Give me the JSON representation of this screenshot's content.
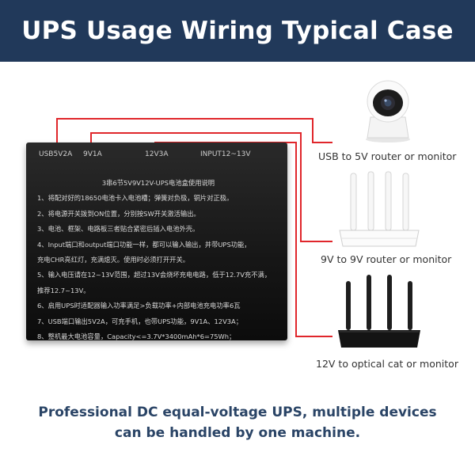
{
  "banner": {
    "title": "UPS Usage Wiring Typical Case"
  },
  "ups_box": {
    "ports": [
      "USB5V2A",
      "9V1A",
      "12V3A",
      "INPUT12~13V"
    ],
    "manual_title": "3串6节5V9V12V-UPS电池盒使用说明",
    "manual_lines": [
      "1、将配对好的18650电池卡入电池槽；弹簧对负极，铜片对正极。",
      "2、将电源开关拨到ON位置，分别按SW开关激活输出。",
      "3、电池、框架、电路板三者贴合紧密后插入电池外壳。",
      "4、Input端口和output端口功能一样，都可以输入输出，并带UPS功能，",
      "充电CHR亮红灯，充满熄灭。使用时必须打开开关。",
      "5、输入电压请在12~13V范围，超过13V会烧坏充电电路，低于12.7V充不满，",
      "推荐12.7~13V。",
      "6、启用UPS时适配器输入功率满足>负载功率+内部电池充电功率6瓦",
      "7、USB端口输出5V2A，可充手机，也带UPS功能，9V1A、12V3A；",
      "8、整机最大电池容量，Capacity<=3.7V*3400mAh*6=75Wh；"
    ]
  },
  "devices": [
    {
      "name": "camera",
      "label": "USB to 5V router or monitor"
    },
    {
      "name": "router-white",
      "label": "9V to 9V router or monitor"
    },
    {
      "name": "router-black",
      "label": "12V to optical cat or monitor"
    }
  ],
  "footer": {
    "line1": "Professional DC equal-voltage UPS, multiple devices",
    "line2": "can be handled by one machine."
  },
  "colors": {
    "banner": "#21395a",
    "wire": "#e0262b",
    "footer_text": "#2a4466"
  }
}
